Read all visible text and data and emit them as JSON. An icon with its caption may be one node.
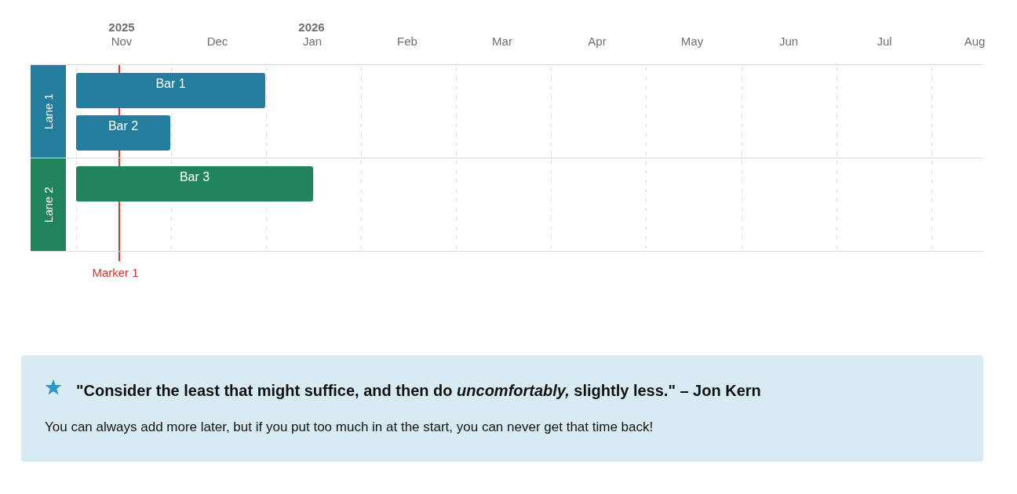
{
  "diagram": {
    "nodes": [
      {
        "text": [
          "Lane 1"
        ]
      },
      {
        "text": [
          "Bar 1"
        ],
        "in": 0
      },
      {
        "text": [
          "Bar 2"
        ],
        "in": 0
      },
      {
        "text": [
          "Lane 2"
        ]
      },
      {
        "text": [
          "Bar 3"
        ],
        "in": 3
      },
      {
        "text": [
          "\"Consider the least that might suffice, and then do *uncomfortably,* slightly less.\" – Jon Kern",
          "You can always add more later, but if you put too much in at the start, you can never get that time back!"
        ]
      }
    ],
    "labels": [
      "2025",
      "2026",
      "Nov",
      "Dec",
      "Jan",
      "Feb",
      "Mar",
      "Apr",
      "May",
      "Jun",
      "Jul",
      "Aug",
      "Marker 1"
    ]
  }
}
